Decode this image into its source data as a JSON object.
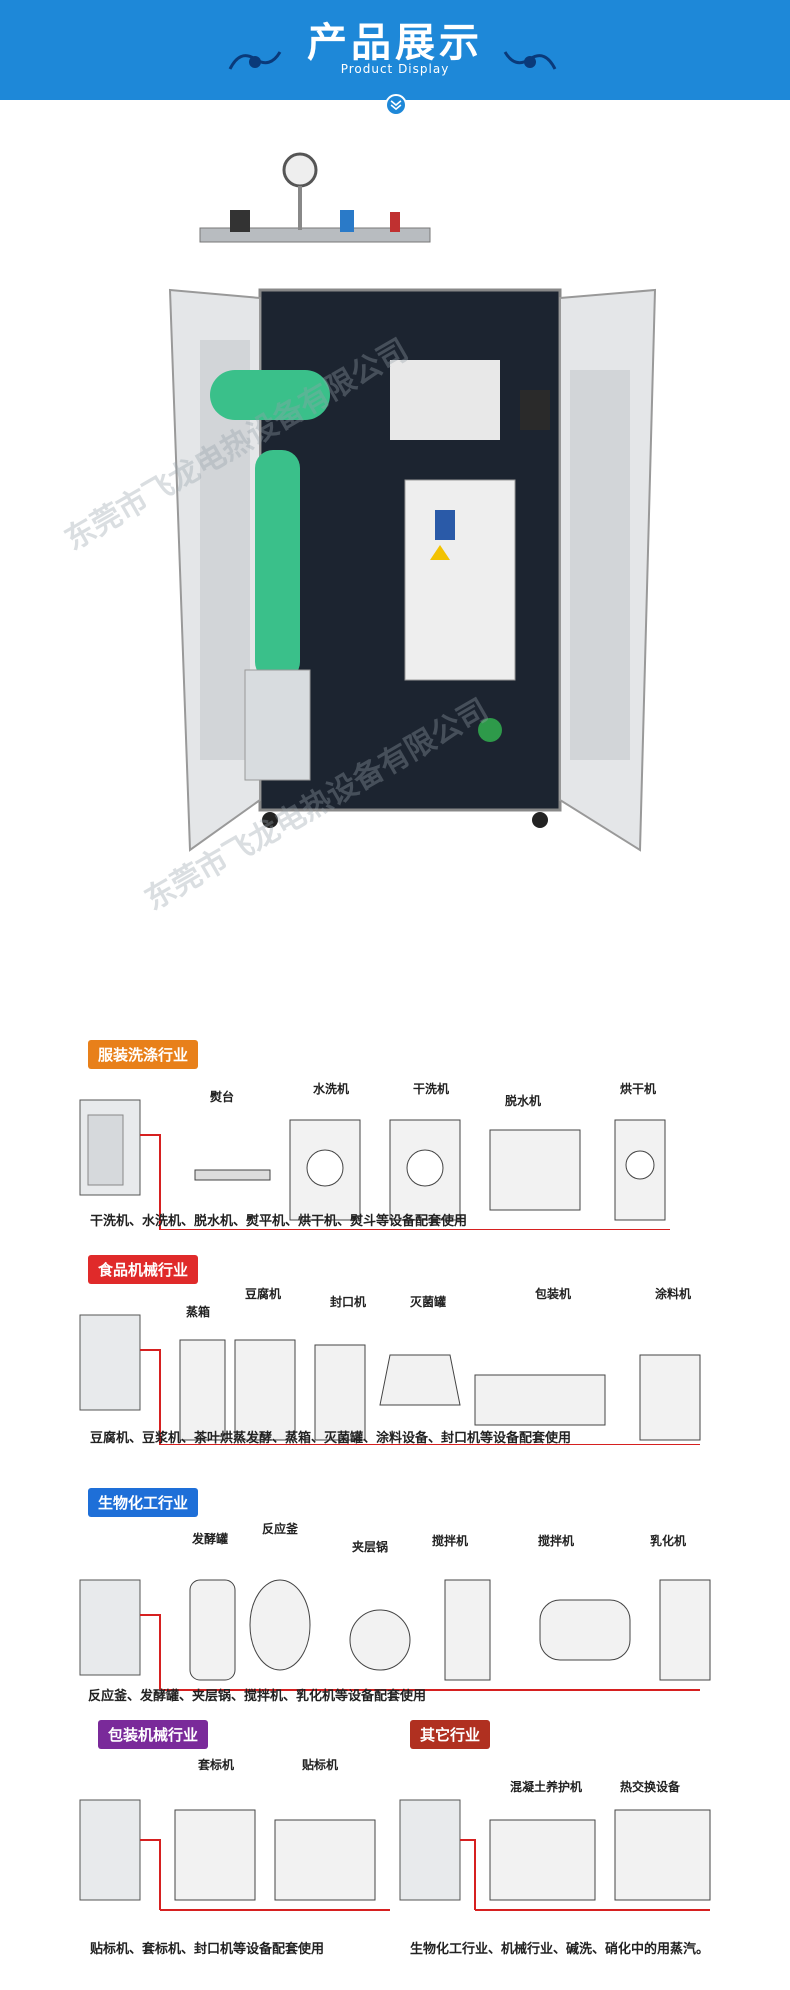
{
  "header": {
    "title": "产品展示",
    "subtitle": "Product Display"
  },
  "watermark_text": "东莞市飞龙电热设备有限公司",
  "sections": [
    {
      "badge": "服装洗涤行业",
      "badge_color": "#e8801a",
      "labels": [
        "熨台",
        "水洗机",
        "干洗机",
        "脱水机",
        "烘干机"
      ],
      "caption": "干洗机、水洗机、脱水机、熨平机、烘干机、熨斗等设备配套使用"
    },
    {
      "badge": "食品机械行业",
      "badge_color": "#e02a2a",
      "labels": [
        "蒸箱",
        "豆腐机",
        "封口机",
        "灭菌罐",
        "包装机",
        "涂料机"
      ],
      "caption": "豆腐机、豆浆机、茶叶烘蒸发酵、蒸箱、灭菌罐、涂料设备、封口机等设备配套使用"
    },
    {
      "badge": "生物化工行业",
      "badge_color": "#1e6fd8",
      "labels": [
        "发酵罐",
        "反应釜",
        "夹层锅",
        "搅拌机",
        "搅拌机",
        "乳化机"
      ],
      "caption": "反应釜、发酵罐、夹层锅、搅拌机、乳化机等设备配套使用"
    },
    {
      "badge": "包装机械行业",
      "badge_color": "#7a2a9a",
      "labels": [
        "套标机",
        "贴标机"
      ],
      "caption": "贴标机、套标机、封口机等设备配套使用"
    },
    {
      "badge": "其它行业",
      "badge_color": "#b03020",
      "labels": [
        "混凝土养护机",
        "热交换设备"
      ],
      "caption": "生物化工行业、机械行业、碱洗、硝化中的用蒸汽。"
    }
  ]
}
